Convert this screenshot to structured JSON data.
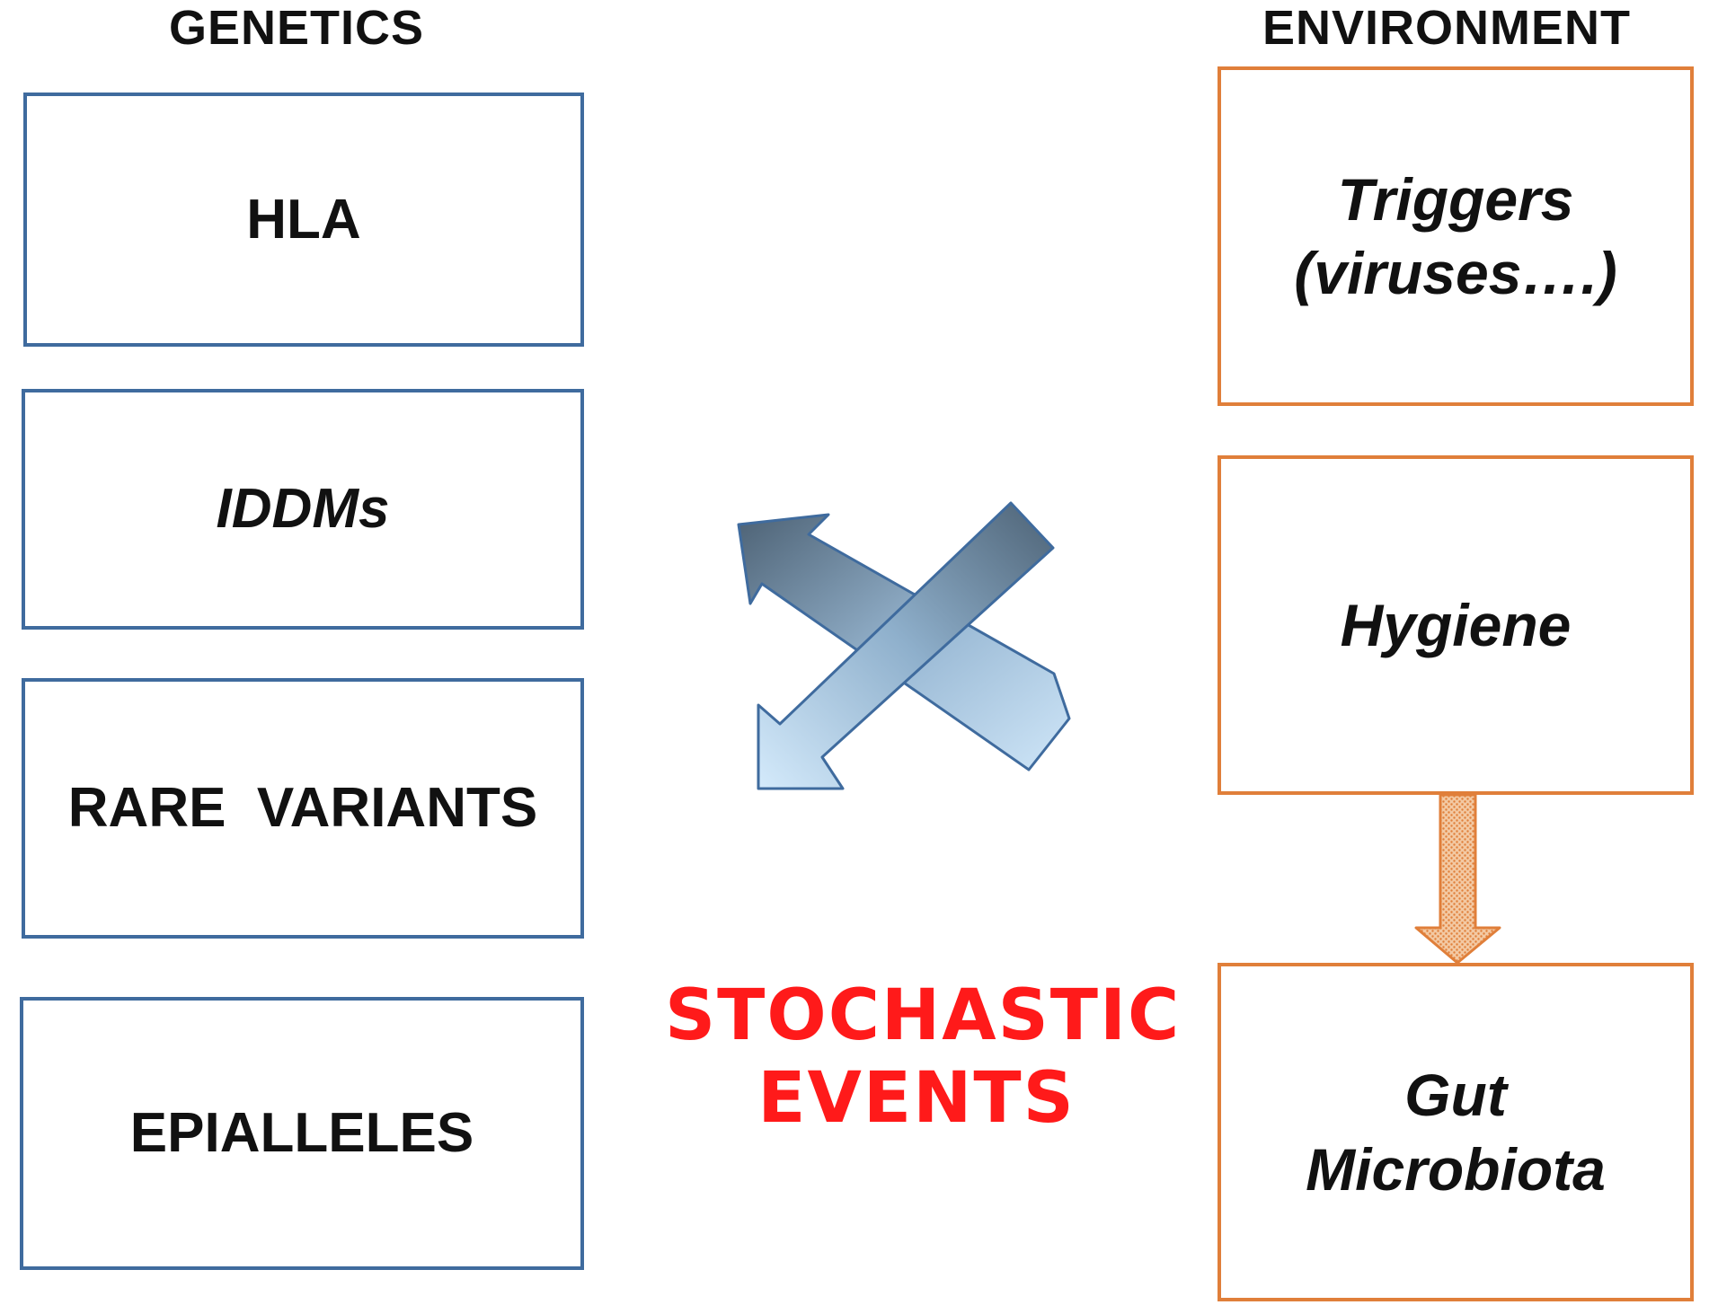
{
  "genetics": {
    "title": "GENETICS",
    "boxes": [
      {
        "label": "HLA"
      },
      {
        "label": "IDDMs"
      },
      {
        "label": "RARE  VARIANTS"
      },
      {
        "label": "EPIALLELES"
      }
    ]
  },
  "environment": {
    "title": "ENVIRONMENT",
    "boxes": [
      {
        "line1": "Triggers",
        "line2": "(viruses….)"
      },
      {
        "line1": "Hygiene"
      },
      {
        "line1": "Gut",
        "line2": "Microbiota"
      }
    ]
  },
  "center": {
    "line1": "STOCHASTIC",
    "line2": "EVENTS"
  },
  "colors": {
    "genetics_border": "#3f6b9e",
    "environment_border": "#e07f3a",
    "stochastic_text": "#ff1a1a",
    "cross_arrow_light": "#cfe6f8",
    "cross_arrow_dark": "#4d6275",
    "down_arrow": "#e8914a"
  }
}
